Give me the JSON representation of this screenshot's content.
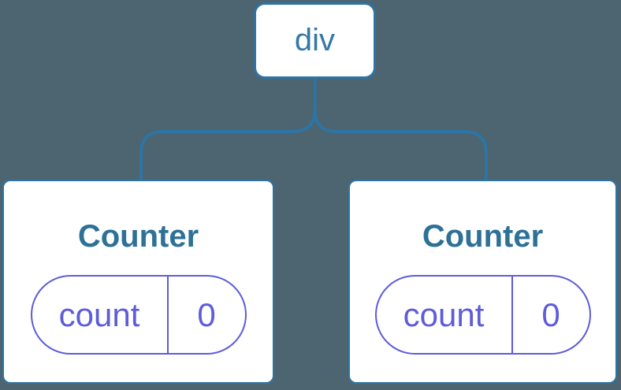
{
  "colors": {
    "bg": "#4C6571",
    "line": "#2E74A4",
    "node-bg": "#FFFFFF",
    "tag": "#3578A8",
    "title": "#2D7197",
    "state": "#5E5CD9"
  },
  "tree": {
    "root": {
      "label": "div"
    },
    "children": [
      {
        "title": "Counter",
        "state": {
          "label": "count",
          "value": "0"
        }
      },
      {
        "title": "Counter",
        "state": {
          "label": "count",
          "value": "0"
        }
      }
    ]
  }
}
